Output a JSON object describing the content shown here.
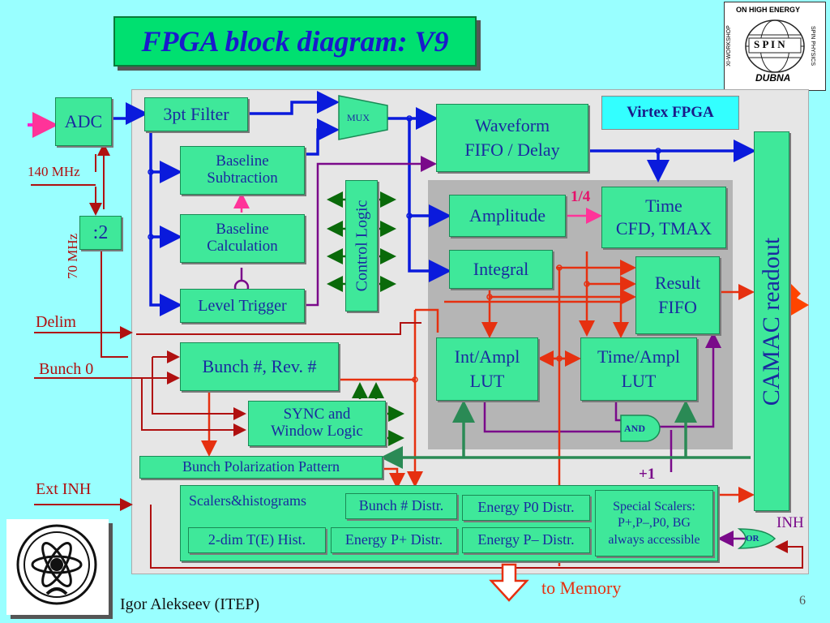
{
  "title": "FPGA block diagram: V9",
  "logo": {
    "top": "ON HIGH ENERGY",
    "left": "XI-WORKSHOP",
    "right": "SPIN PHYSICS",
    "center": "S P I N",
    "bottom": "DUBNA"
  },
  "blocks": {
    "adc": "ADC",
    "filter": "3pt Filter",
    "mux": "MUX",
    "waveform_l1": "Waveform",
    "waveform_l2": "FIFO / Delay",
    "virtex": "Virtex FPGA",
    "baseline_sub_l1": "Baseline",
    "baseline_sub_l2": "Subtraction",
    "baseline_calc_l1": "Baseline",
    "baseline_calc_l2": "Calculation",
    "level_trigger": "Level Trigger",
    "control_logic": "Control Logic",
    "amplitude": "Amplitude",
    "time_l1": "Time",
    "time_l2": "CFD, TMAX",
    "integral": "Integral",
    "result_l1": "Result",
    "result_l2": "FIFO",
    "int_ampl_l1": "Int/Ampl",
    "int_ampl_l2": "LUT",
    "time_ampl_l1": "Time/Ampl",
    "time_ampl_l2": "LUT",
    "camac": "CAMAC readout",
    "div2": ":2",
    "bunch": "Bunch #, Rev. #",
    "sync_l1": "SYNC and",
    "sync_l2": "Window Logic",
    "bunch_pol": "Bunch Polarization Pattern",
    "and_gate": "AND",
    "or_gate": "OR",
    "scalers": "Scalers&histograms",
    "bunch_distr": "Bunch # Distr.",
    "energy_p0": "Energy P0 Distr.",
    "special_l1": "Special Scalers:",
    "special_l2": "P+,P–,P0, BG",
    "special_l3": "always accessible",
    "hist2d": "2-dim T(E) Hist.",
    "energy_pplus": "Energy P+ Distr.",
    "energy_pminus": "Energy P– Distr."
  },
  "labels": {
    "mhz140": "140 MHz",
    "mhz70": "70 MHz",
    "delim": "Delim",
    "bunch0": "Bunch 0",
    "ext_inh": "Ext INH",
    "one_quarter": "1/4",
    "plus_one": "+1",
    "inh": "INH",
    "to_memory": "to Memory"
  },
  "footer": {
    "author": "Igor Alekseev (ITEP)",
    "page": "6"
  },
  "colors": {
    "background": "#99ffff",
    "block": "#3fe89a",
    "blue": "#0a1adc",
    "red": "#e63010",
    "purple": "#7a0a8a",
    "green": "#2a8a55"
  }
}
